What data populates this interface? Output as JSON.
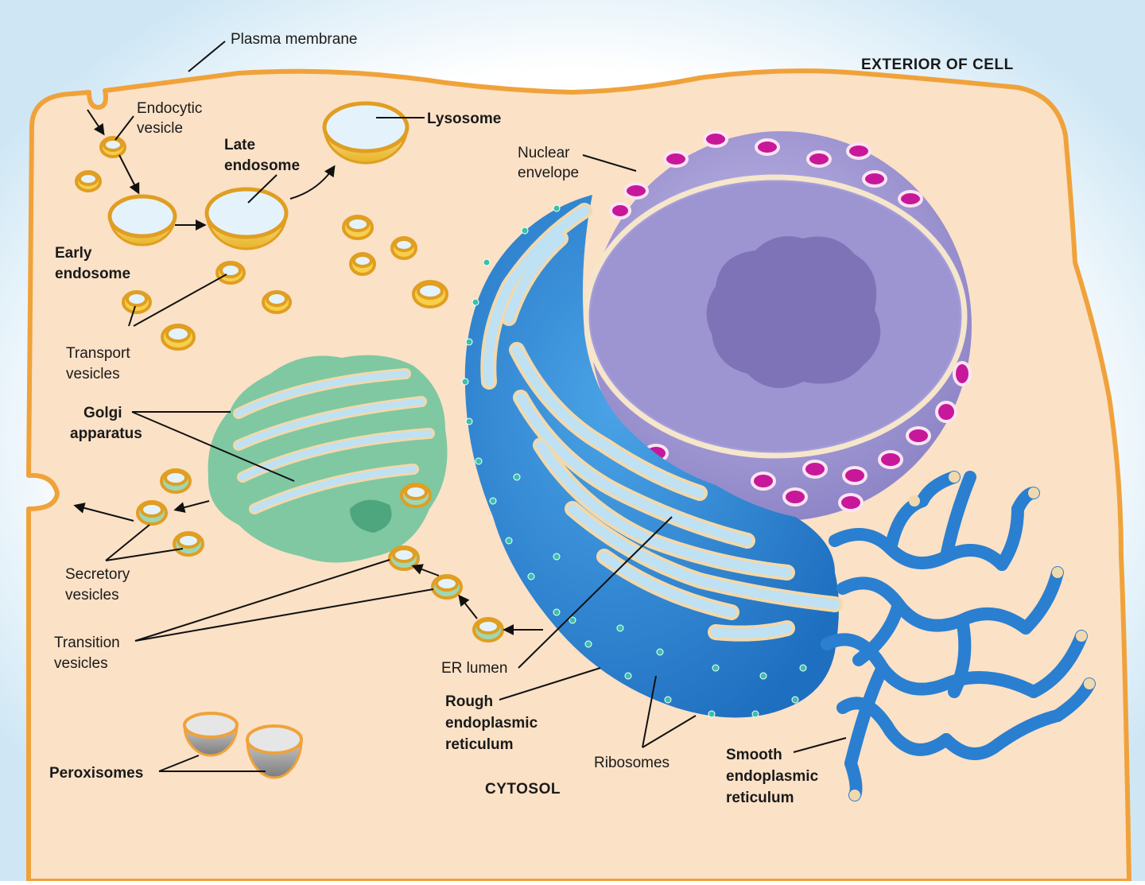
{
  "labels": {
    "plasma_membrane": "Plasma membrane",
    "exterior_of_cell": "EXTERIOR OF CELL",
    "endocytic_vesicle": [
      "Endocytic",
      "vesicle"
    ],
    "lysosome": "Lysosome",
    "late_endosome": [
      "Late",
      "endosome"
    ],
    "nuclear_envelope": [
      "Nuclear",
      "envelope"
    ],
    "early_endosome": [
      "Early",
      "endosome"
    ],
    "transport_vesicles": [
      "Transport",
      "vesicles"
    ],
    "golgi_apparatus": [
      "Golgi",
      "apparatus"
    ],
    "secretory_vesicles": [
      "Secretory",
      "vesicles"
    ],
    "transition_vesicles": [
      "Transition",
      "vesicles"
    ],
    "er_lumen": "ER lumen",
    "rough_er": [
      "Rough",
      "endoplasmic",
      "reticulum"
    ],
    "ribosomes": "Ribosomes",
    "smooth_er": [
      "Smooth",
      "endoplasmic",
      "reticulum"
    ],
    "cytosol": "CYTOSOL",
    "peroxisomes": "Peroxisomes"
  },
  "colors": {
    "cytoplasm": "#fbe1c6",
    "membrane": "#f0a23a",
    "exterior_glow": "#d6ecf7",
    "vesicle_fill": "#f7cf4a",
    "vesicle_lumen": "#e4f3fb",
    "golgi": "#7fc8a2",
    "golgi_dark": "#4ea67e",
    "rough_er": "#2f86d6",
    "rough_er_light": "#bfe1f4",
    "ribosome": "#36c3a8",
    "smooth_er": "#2a7fd0",
    "nucleus_envelope": "#a99ed6",
    "nucleus_inner": "#8f85c9",
    "nucleolus": "#7a6fb3",
    "nuclear_pore": "#b0157a",
    "peroxisome": "#9a9a9a"
  }
}
